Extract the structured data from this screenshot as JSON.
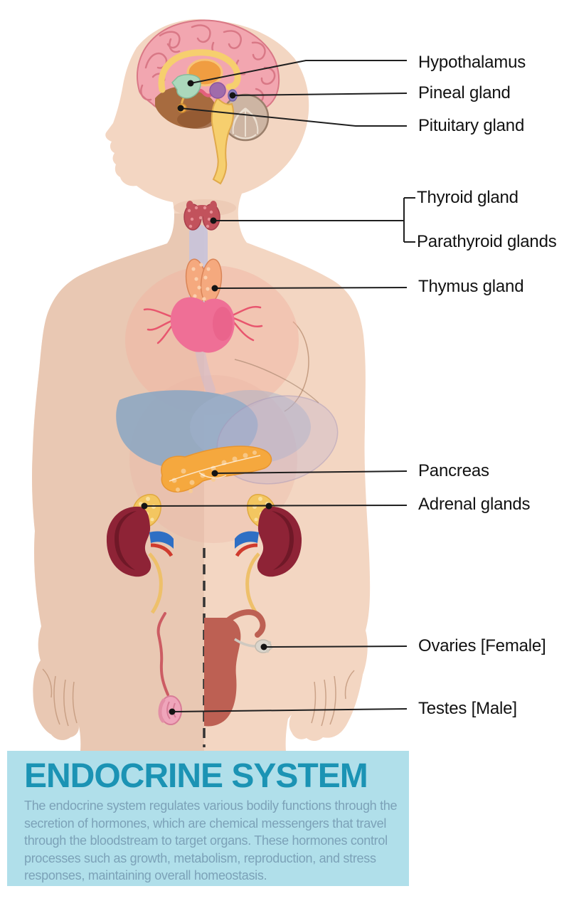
{
  "banner": {
    "title": "ENDOCRINE SYSTEM",
    "description": "The endocrine system regulates various bodily functions through the secretion of hormones, which are chemical messengers that travel through the bloodstream to target organs. These hormones control processes such as growth, metabolism, reproduction, and stress responses, maintaining overall homeostasis."
  },
  "labels": [
    {
      "id": "hypothalamus",
      "text": "Hypothalamus"
    },
    {
      "id": "pineal-gland",
      "text": "Pineal gland"
    },
    {
      "id": "pituitary-gland",
      "text": "Pituitary gland"
    },
    {
      "id": "thyroid-gland",
      "text": "Thyroid gland"
    },
    {
      "id": "parathyroid-glands",
      "text": "Parathyroid glands"
    },
    {
      "id": "thymus-gland",
      "text": "Thymus gland"
    },
    {
      "id": "pancreas",
      "text": "Pancreas"
    },
    {
      "id": "adrenal-glands",
      "text": "Adrenal glands"
    },
    {
      "id": "ovaries",
      "text": "Ovaries [Female]"
    },
    {
      "id": "testes",
      "text": "Testes [Male]"
    }
  ],
  "colors": {
    "banner_background": "#b0dfea",
    "title_teal": "#1b93b4",
    "description_text": "#7ca2b8",
    "skin": "#f3d6c2",
    "skin_shaded": "#e0bda7",
    "leader_line": "#1f1f1f"
  }
}
